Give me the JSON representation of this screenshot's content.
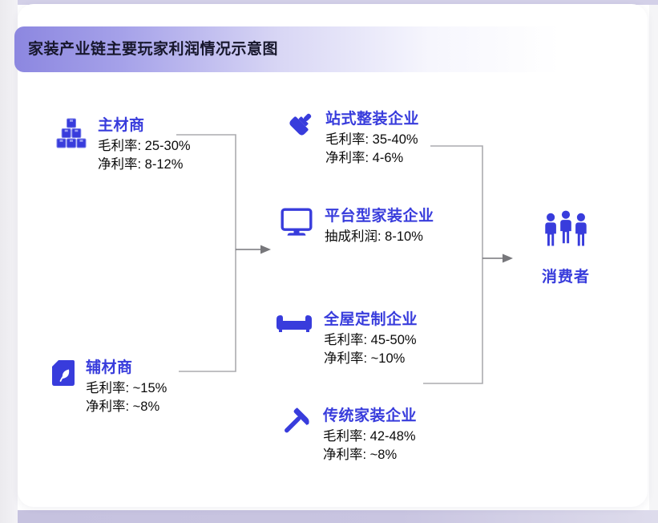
{
  "banner": {
    "title": "家装产业链主要玩家利润情况示意图"
  },
  "suppliers": [
    {
      "name": "主材商",
      "icon": "boxes-icon",
      "lines": [
        "毛利率: 25-30%",
        "净利率: 8-12%"
      ]
    },
    {
      "name": "辅材商",
      "icon": "material-bag-icon",
      "lines": [
        "毛利率: ~15%",
        "净利率: ~8%"
      ]
    }
  ],
  "companies": [
    {
      "name": "站式整装企业",
      "icon": "paintbrush-icon",
      "lines": [
        "毛利率: 35-40%",
        "净利率: 4-6%"
      ]
    },
    {
      "name": "平台型家装企业",
      "icon": "monitor-icon",
      "lines": [
        "抽成利润: 8-10%"
      ]
    },
    {
      "name": "全屋定制企业",
      "icon": "sofa-icon",
      "lines": [
        "毛利率: 45-50%",
        "净利率: ~10%"
      ]
    },
    {
      "name": "传统家装企业",
      "icon": "hammer-icon",
      "lines": [
        "毛利率: 42-48%",
        "净利率: ~8%"
      ]
    }
  ],
  "consumer": {
    "label": "消费者",
    "icon": "people-icon"
  },
  "colors": {
    "accent_blue": "#383cdc",
    "text_black": "#0b0b0b",
    "banner_purple": "#8c87e0",
    "bracket_gray": "#ababaf",
    "arrow_gray": "#77777b",
    "bottom_strip_lavender": "#c6c2df"
  }
}
